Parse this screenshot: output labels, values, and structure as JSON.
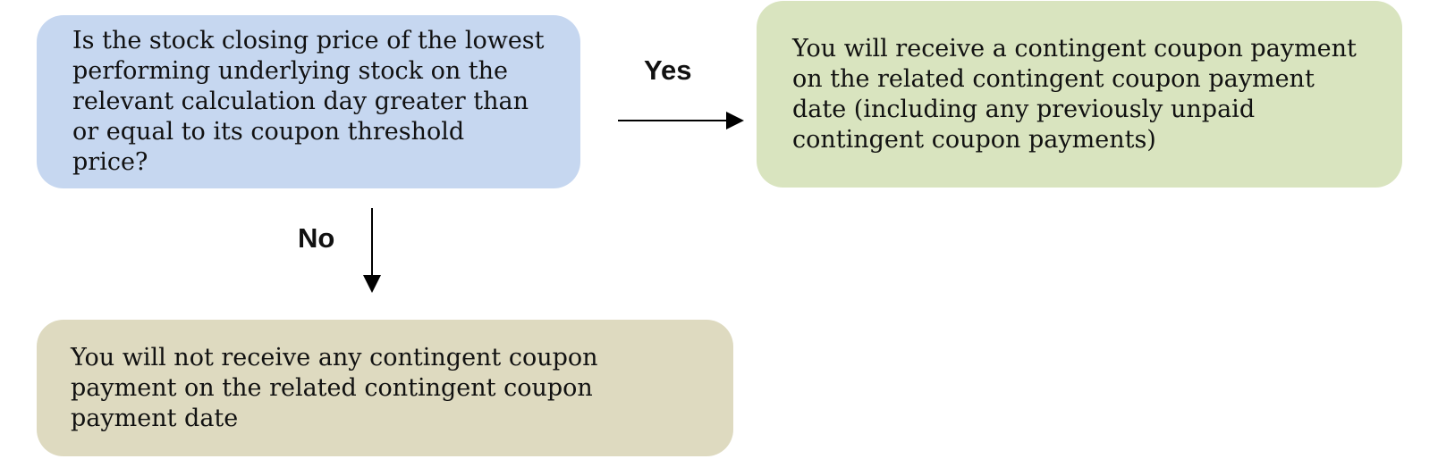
{
  "colors": {
    "question_box": "#c6d7f0",
    "yes_box": "#d9e4bf",
    "no_box": "#dedac0",
    "arrow": "#000000"
  },
  "nodes": {
    "question": "Is the stock closing price of the lowest performing underlying stock on the relevant calculation day greater than or equal to its coupon threshold price?",
    "yes_outcome": "You will receive a contingent coupon payment on the related contingent coupon payment date (including any previously unpaid contingent coupon payments)",
    "no_outcome": "You will not receive any contingent coupon payment on the related contingent coupon payment date"
  },
  "edges": {
    "yes_label": "Yes",
    "no_label": "No"
  }
}
